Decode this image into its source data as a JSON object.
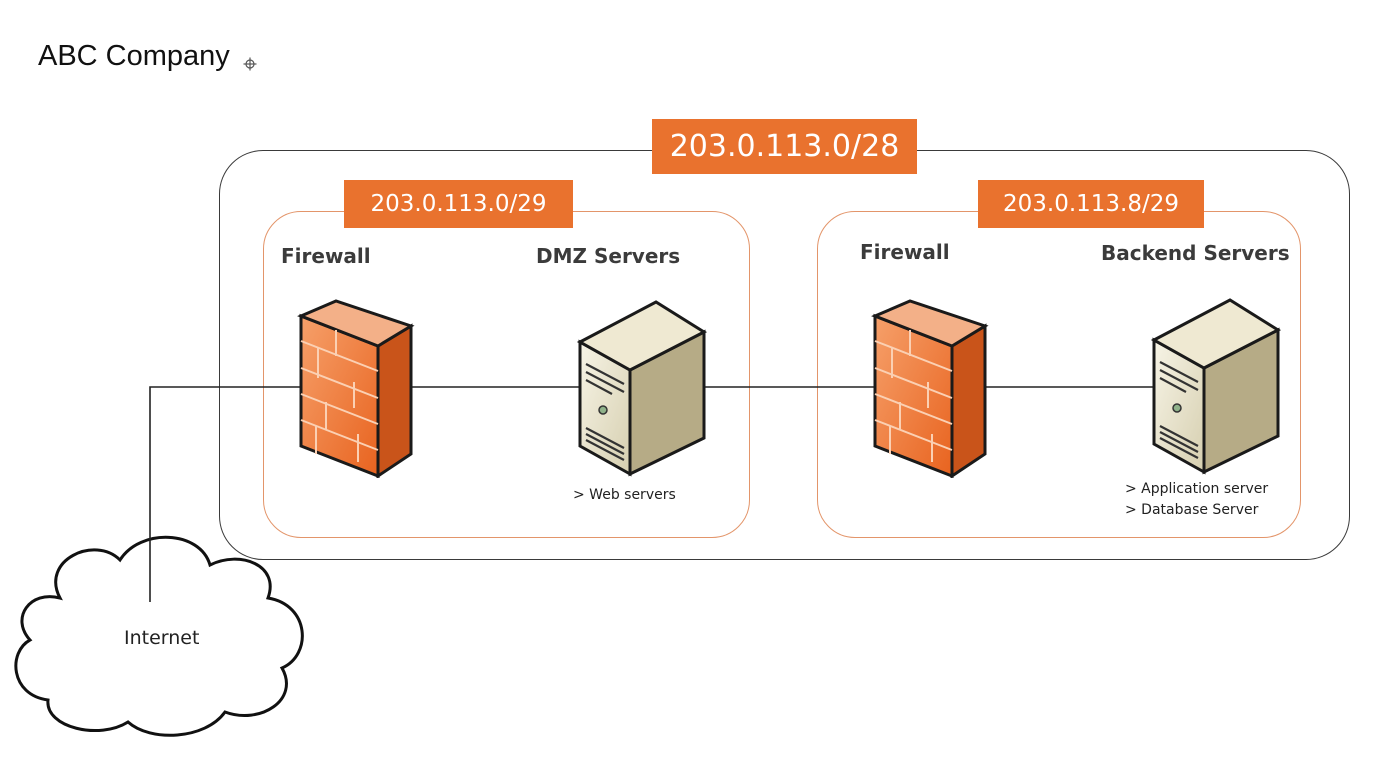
{
  "title": "ABC Company",
  "network": {
    "cidr": "203.0.113.0/28"
  },
  "subnets": {
    "dmz": {
      "cidr": "203.0.113.0/29",
      "firewall_label": "Firewall",
      "servers_label": "DMZ Servers",
      "notes": [
        "> Web servers"
      ]
    },
    "backend": {
      "cidr": "203.0.113.8/29",
      "firewall_label": "Firewall",
      "servers_label": "Backend Servers",
      "notes": [
        "> Application server",
        "> Database Server"
      ]
    }
  },
  "internet": {
    "label": "Internet"
  },
  "colors": {
    "accent": "#e9722e",
    "subnet_border": "#e3956a",
    "outer_border": "#3a3a3a",
    "firewall_front": "#f07a2e",
    "server_body": "#e8e3cc"
  },
  "icons": {
    "cursor": "move-cursor-icon",
    "firewall": "firewall-icon",
    "server": "server-tower-icon",
    "internet": "cloud-icon"
  }
}
